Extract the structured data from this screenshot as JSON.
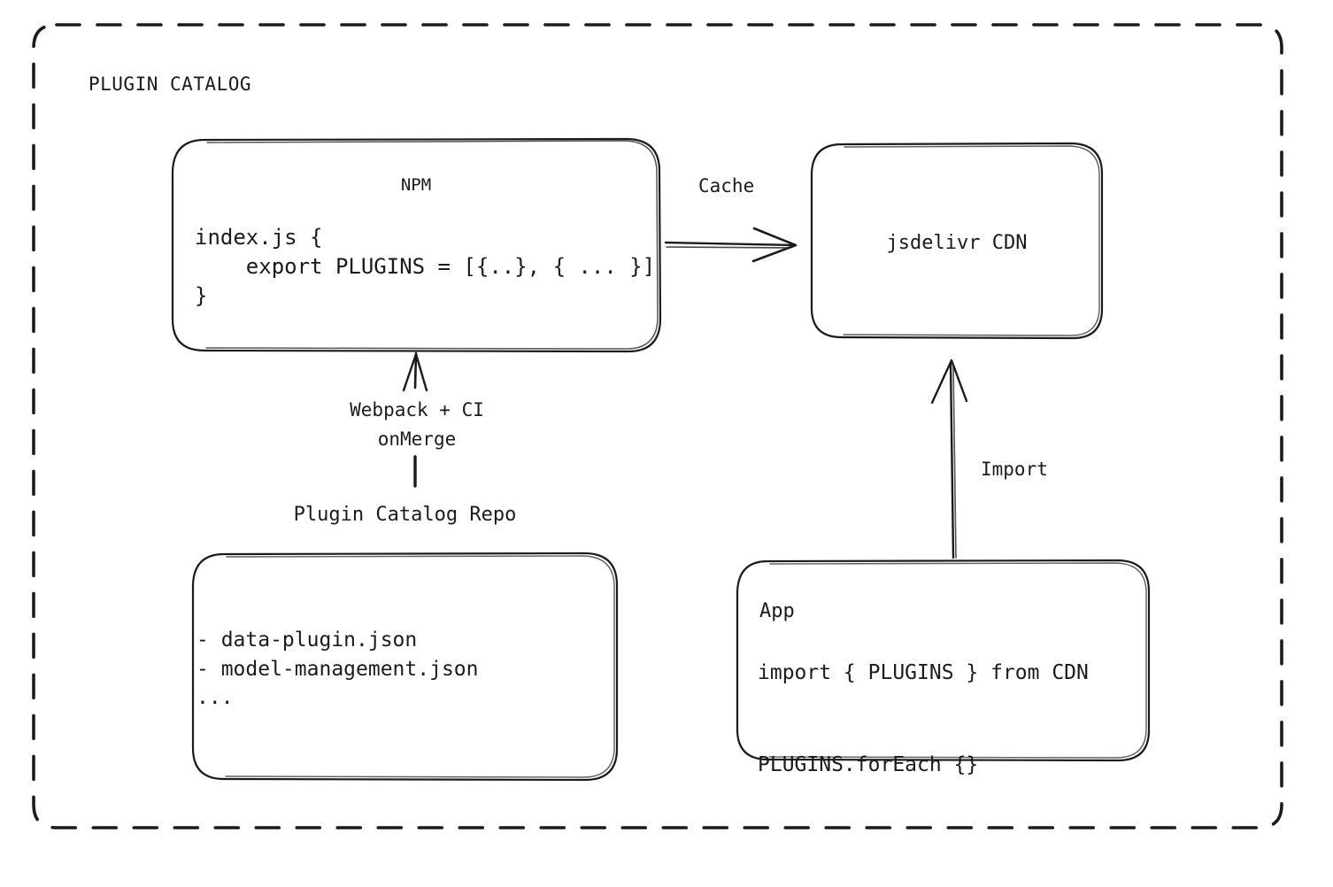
{
  "diagram": {
    "title": "PLUGIN CATALOG",
    "colors": {
      "stroke": "#1b1b1f",
      "background": "#ffffff",
      "text": "#1b1b1f"
    }
  },
  "nodes": {
    "npm": {
      "title": "NPM",
      "code": "index.js {\n    export PLUGINS = [{..}, { ... }]\n}"
    },
    "cdn": {
      "title": "jsdelivr CDN"
    },
    "repo": {
      "caption": "Plugin Catalog Repo",
      "files": "- data-plugin.json\n- model-management.json\n..."
    },
    "app": {
      "title": "App",
      "code": "import { PLUGINS } from CDN\n\nPLUGINS.forEach {}"
    }
  },
  "edges": {
    "cache": {
      "label": "Cache"
    },
    "build": {
      "label": "Webpack + CI\nonMerge"
    },
    "import": {
      "label": "Import"
    }
  }
}
